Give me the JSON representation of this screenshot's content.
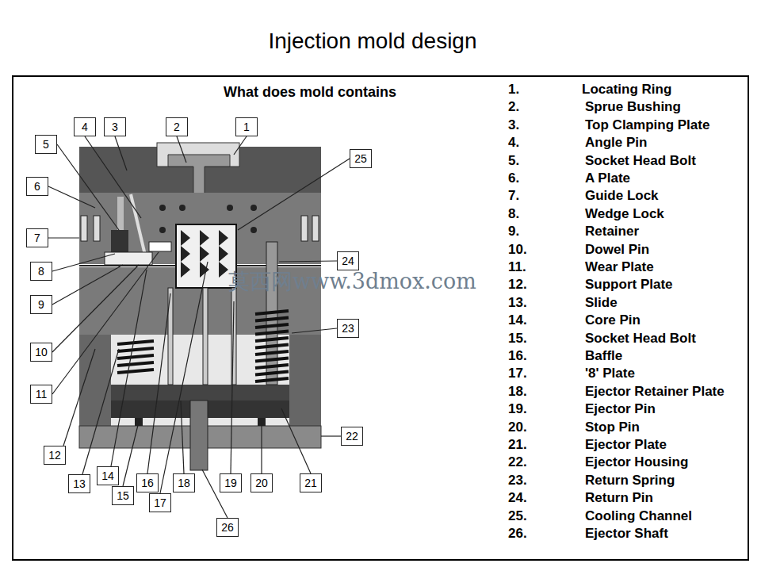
{
  "diagram": {
    "title": "Injection mold design",
    "nodes": [
      {
        "text": [
          "1"
        ]
      },
      {
        "text": [
          "2"
        ]
      },
      {
        "text": [
          "3"
        ]
      },
      {
        "text": [
          "4"
        ]
      },
      {
        "text": [
          "5"
        ]
      },
      {
        "text": [
          "6"
        ]
      },
      {
        "text": [
          "7"
        ]
      },
      {
        "text": [
          "8"
        ]
      },
      {
        "text": [
          "9"
        ]
      },
      {
        "text": [
          "10"
        ]
      },
      {
        "text": [
          "11"
        ]
      },
      {
        "text": [
          "12"
        ]
      },
      {
        "text": [
          "13"
        ]
      },
      {
        "text": [
          "14"
        ]
      },
      {
        "text": [
          "15"
        ]
      },
      {
        "text": [
          "16"
        ]
      },
      {
        "text": [
          "17"
        ]
      },
      {
        "text": [
          "18"
        ]
      },
      {
        "text": [
          "19"
        ]
      },
      {
        "text": [
          "20"
        ]
      },
      {
        "text": [
          "21"
        ]
      },
      {
        "text": [
          "22"
        ]
      },
      {
        "text": [
          "23"
        ]
      },
      {
        "text": [
          "24"
        ]
      },
      {
        "text": [
          "25"
        ]
      },
      {
        "text": [
          "26"
        ]
      }
    ],
    "labels": [
      "What does mold contains",
      "1.",
      "Locating Ring",
      "2.",
      "Sprue Bushing",
      "3.",
      "Top Clamping Plate",
      "4.",
      "Angle Pin",
      "5.",
      "Socket Head Bolt",
      "6.",
      "A Plate",
      "7.",
      "Guide Lock",
      "8.",
      "Wedge Lock",
      "9.",
      "Retainer",
      "10.",
      "Dowel Pin",
      "11.",
      "Wear Plate",
      "12.",
      "Support Plate",
      "13.",
      "Slide",
      "14.",
      "Core Pin",
      "15.",
      "Socket Head Bolt",
      "16.",
      "Baffle",
      "17.",
      "'8' Plate",
      "18.",
      "Ejector Retainer Plate",
      "19.",
      "Ejector Pin",
      "20.",
      "Stop Pin",
      "21.",
      "Ejector Plate",
      "22.",
      "Ejector Housing",
      "23.",
      "Return Spring",
      "24.",
      "Return Pin",
      "25.",
      "Cooling Channel",
      "26.",
      "Ejector Shaft",
      "莫西网www.3dmox.com"
    ]
  }
}
